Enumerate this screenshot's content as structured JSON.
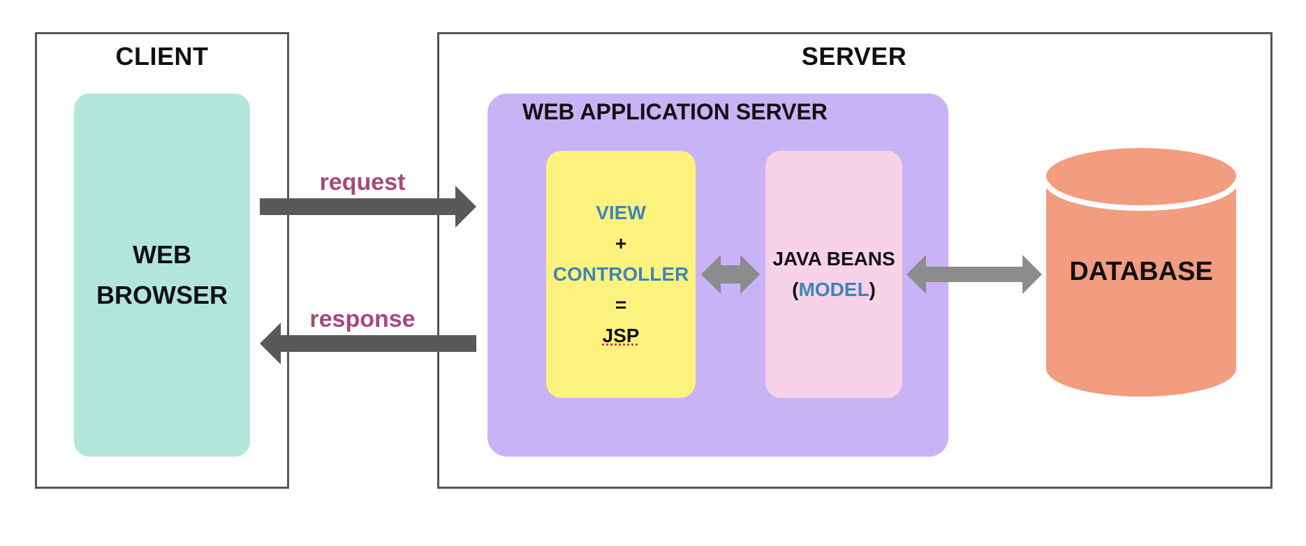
{
  "client": {
    "title": "CLIENT",
    "browser": {
      "line1": "WEB",
      "line2": "BROWSER"
    }
  },
  "server": {
    "title": "SERVER",
    "app_server_title": "WEB APPLICATION SERVER",
    "jsp_box": {
      "view": "VIEW",
      "plus": "+",
      "controller": "CONTROLLER",
      "equals": "=",
      "jsp": "JSP"
    },
    "beans_box": {
      "line1": "JAVA BEANS",
      "open_paren": "(",
      "model": "MODEL",
      "close_paren": ")"
    },
    "database": "DATABASE"
  },
  "arrows": {
    "request": "request",
    "response": "response"
  },
  "colors": {
    "browser_fill": "#b3e6da",
    "app_server_fill": "#c8b3f6",
    "jsp_fill": "#fdf27e",
    "beans_fill": "#f7d2e8",
    "database_fill": "#f29c80",
    "arrow_dark": "#595959",
    "arrow_light": "#8c8c8c",
    "label_magenta": "#a64a7a",
    "keyword_blue": "#3d86b8"
  }
}
